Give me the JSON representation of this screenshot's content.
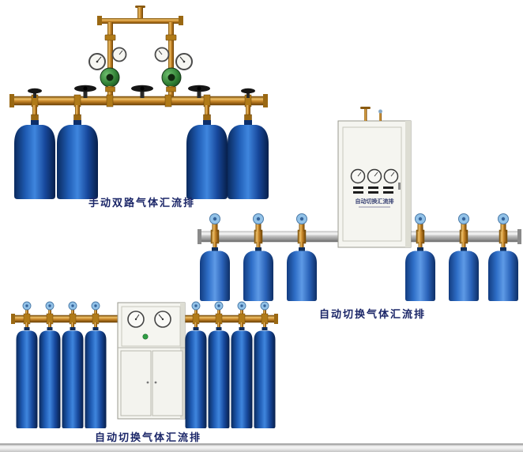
{
  "page": {
    "background": "#ffffff"
  },
  "products": [
    {
      "id": "manual-dual-gas-manifold",
      "caption": "手动双路气体汇流排",
      "cylinder_count": 4,
      "gauge_count": 4
    },
    {
      "id": "auto-switch-gas-manifold",
      "caption": "自动切换气体汇流排",
      "cabinet_label": "自动切换汇流排",
      "cylinder_count": 6,
      "gauge_count": 3
    },
    {
      "id": "auto-switch-gas-manifold-floor",
      "caption": "自动切换气体汇流排",
      "cylinder_count": 8,
      "gauge_count": 2
    }
  ],
  "colors": {
    "caption_text": "#1b2668",
    "brass": "#c8872a",
    "cylinder_blue": "#1f5cb4",
    "handwheel_blue": "#92c2e8",
    "cabinet_white": "#f5f5f0",
    "manifold_silver": "#c0c0c0",
    "valve_black": "#161616",
    "regulator_green": "#2e7d32"
  }
}
